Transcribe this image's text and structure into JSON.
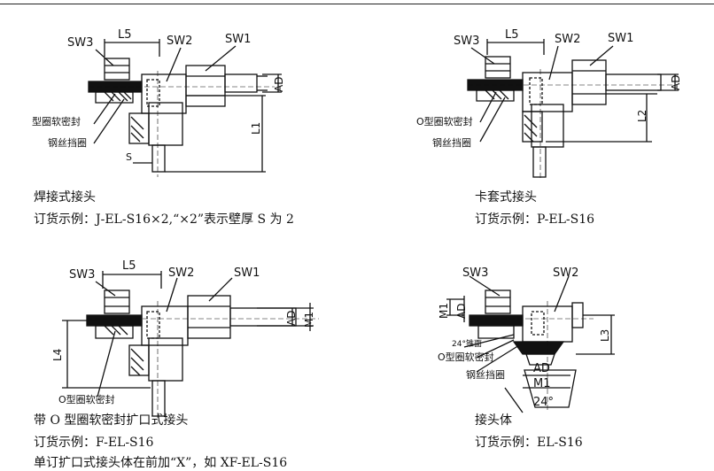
{
  "panels": [
    {
      "id": "welded",
      "labels": {
        "sw3": "SW3",
        "l5": "L5",
        "sw2": "SW2",
        "sw1": "SW1",
        "ad": "AD",
        "l1": "L1",
        "s": "S",
        "oring": "型圈软密封",
        "wire": "钢丝挡圈"
      },
      "caption": "焊接式接头",
      "order": "订货示例：J-EL-S16×2,“×2”表示壁厚 S 为 2"
    },
    {
      "id": "ferrule",
      "labels": {
        "sw3": "SW3",
        "l5": "L5",
        "sw2": "SW2",
        "sw1": "SW1",
        "ad": "AD",
        "l2": "L2",
        "oring": "O型圈软密封",
        "wire": "钢丝挡圈"
      },
      "caption": "卡套式接头",
      "order": "订货示例：P-EL-S16"
    },
    {
      "id": "flared",
      "labels": {
        "sw3": "SW3",
        "l5": "L5",
        "sw2": "SW2",
        "sw1": "SW1",
        "ad": "AD",
        "m1": "M1",
        "l4": "L4",
        "oring": "O型圈软密封"
      },
      "caption": "带 O 型圈软密封扩口式接头",
      "order": "订货示例：F-EL-S16",
      "note": "单订扩口式接头体在前加“X”，如 XF-EL-S16"
    },
    {
      "id": "body",
      "labels": {
        "sw3": "SW3",
        "sw2": "SW2",
        "m1": "M1",
        "ad": "AD",
        "l3": "L3",
        "cone": "24°锥面",
        "oring": "O型圈软密封",
        "wire": "钢丝挡圈",
        "ad2": "AD",
        "m1b": "M1",
        "angle": "24°"
      },
      "caption": "接头体",
      "order": "订货示例：EL-S16"
    }
  ]
}
